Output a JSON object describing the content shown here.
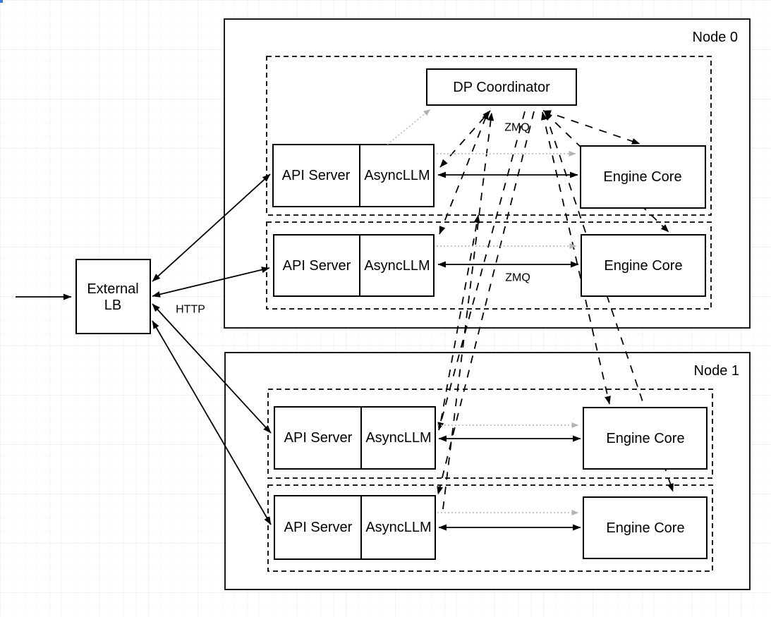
{
  "diagram": {
    "colors": {
      "stroke": "#000000",
      "box_fill": "#ffffff",
      "muted_arrow": "#b3b3b3",
      "grid_minor": "#f4f4f4",
      "grid_major": "#e6e6e6",
      "corner_marker": "#3c78d8"
    },
    "external_lb": {
      "line1": "External",
      "line2": "LB"
    },
    "dp_coordinator": {
      "label": "DP Coordinator"
    },
    "labels": {
      "http": "HTTP",
      "zmq_coordinator": "ZMQ",
      "zmq_replica": "ZMQ"
    },
    "node0": {
      "label": "Node 0",
      "replicas": [
        {
          "api_server": "API Server",
          "async_llm": "AsyncLLM",
          "engine_core": "Engine Core"
        },
        {
          "api_server": "API Server",
          "async_llm": "AsyncLLM",
          "engine_core": "Engine Core"
        }
      ]
    },
    "node1": {
      "label": "Node 1",
      "replicas": [
        {
          "api_server": "API Server",
          "async_llm": "AsyncLLM",
          "engine_core": "Engine Core"
        },
        {
          "api_server": "API Server",
          "async_llm": "AsyncLLM",
          "engine_core": "Engine Core"
        }
      ]
    }
  },
  "edges": [
    {
      "from": "client",
      "to": "external_lb",
      "style": "solid",
      "arrowheads": "end"
    },
    {
      "from": "external_lb",
      "to": "node0.api_server.0",
      "style": "solid",
      "arrowheads": "both",
      "protocol": "HTTP"
    },
    {
      "from": "external_lb",
      "to": "node0.api_server.1",
      "style": "solid",
      "arrowheads": "both",
      "protocol": "HTTP"
    },
    {
      "from": "external_lb",
      "to": "node1.api_server.0",
      "style": "solid",
      "arrowheads": "both",
      "protocol": "HTTP"
    },
    {
      "from": "external_lb",
      "to": "node1.api_server.1",
      "style": "solid",
      "arrowheads": "both",
      "protocol": "HTTP"
    },
    {
      "from": "async_llm",
      "to": "engine_core",
      "style": "solid",
      "arrowheads": "both",
      "protocol": "ZMQ",
      "note": "one per replica, all four replicas"
    },
    {
      "from": "async_llm",
      "to": "dp_coordinator",
      "style": "dashed",
      "arrowheads": "both",
      "protocol": "ZMQ",
      "note": "all four AsyncLLM frontends"
    },
    {
      "from": "dp_coordinator",
      "to": "engine_core",
      "style": "dashed",
      "arrowheads": "both",
      "protocol": "ZMQ",
      "note": "all four engine cores"
    },
    {
      "from": "async_llm",
      "to": "engine_core",
      "style": "dotted-gray",
      "arrowheads": "end",
      "note": "one per replica"
    },
    {
      "from": "async_llm",
      "to": "dp_coordinator",
      "style": "dotted-gray",
      "arrowheads": "end",
      "note": "node0 replica 0 only"
    }
  ]
}
